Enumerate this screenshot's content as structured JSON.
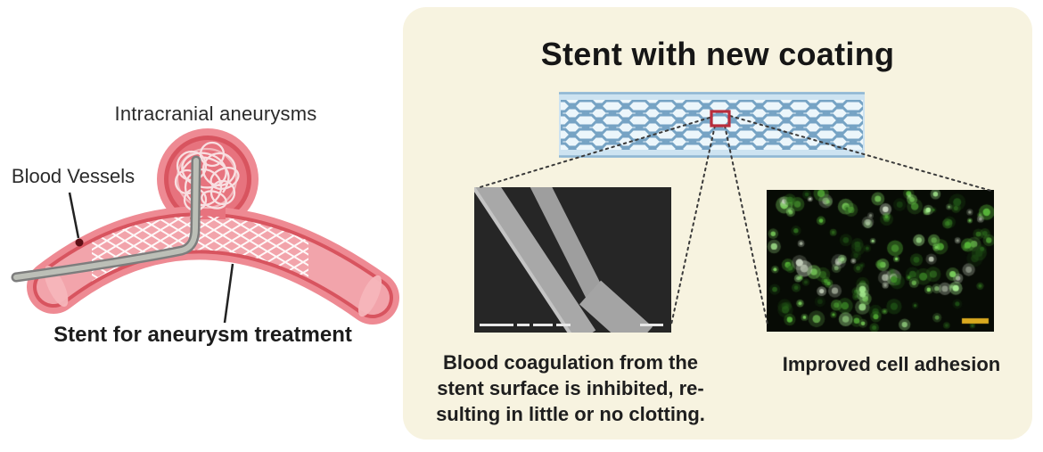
{
  "figure": {
    "type": "scientific-diagram",
    "background": "#ffffff"
  },
  "left_diagram": {
    "label_top": "Intracranial aneurysms",
    "label_left": "Blood Vessels",
    "label_bottom": "Stent for aneurysm treatment",
    "colors": {
      "vessel_outer": "#ee8a93",
      "vessel_wall_line": "#d8545f",
      "vessel_lumen": "#f2a4ab",
      "aneurysm_inner": "#e7737e",
      "coil": "#fae9ea",
      "catheter": "#bcbfb7",
      "pointer": "#222222"
    }
  },
  "right_panel": {
    "title": "Stent with new coating",
    "panel_background": "#f7f3e0",
    "stent_graphic": {
      "band_color": "#cde3f1",
      "strand_color": "#76a3c4",
      "cell_color": "#ecf6fb",
      "highlight_box_color": "#b82d3c"
    },
    "sem_image": {
      "background": "#262626",
      "fiber_color": "#a8a8a8",
      "caption_lines": [
        "Blood coagulation from the",
        "stent surface is inhibited, re-",
        "sulting in little or no clotting."
      ]
    },
    "fluorescence_image": {
      "caption": "Improved cell adhesion",
      "background": "#070b05",
      "dot_count": 150,
      "seed": 11,
      "dot_colors": [
        "#1d4d14",
        "#2c6b1d",
        "#3f8f28",
        "#55b238",
        "#7dd45e",
        "#a5e98f",
        "#c2ceb9"
      ],
      "scalebar_color": "#d9a91f"
    }
  }
}
